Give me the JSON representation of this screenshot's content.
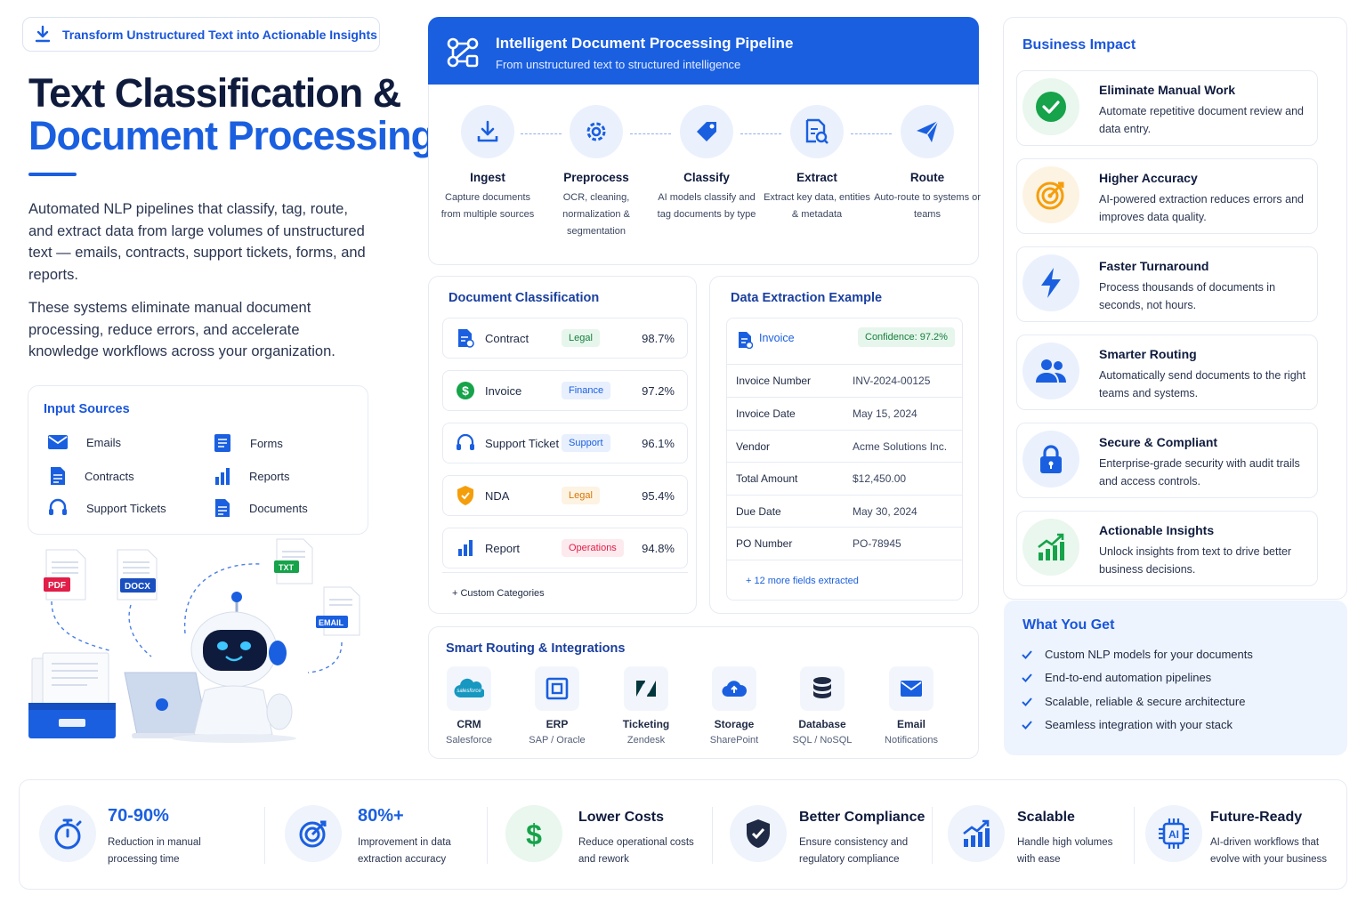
{
  "badge": {
    "label": "Transform Unstructured Text into Actionable Insights"
  },
  "hero": {
    "title_line1": "Text Classification &",
    "title_line2": "Document Processing",
    "para1": "Automated NLP pipelines that classify, tag, route, and extract data from large volumes of unstructured text — emails, contracts, support tickets, forms, and reports.",
    "para2": "These systems eliminate manual document processing, reduce errors, and accelerate knowledge workflows across your organization."
  },
  "input_sources": {
    "title": "Input Sources",
    "items": [
      "Emails",
      "Forms",
      "Contracts",
      "Reports",
      "Support Tickets",
      "Documents"
    ]
  },
  "illustration": {
    "files": [
      "PDF",
      "DOCX",
      "TXT",
      "EMAIL"
    ]
  },
  "pipeline": {
    "title": "Intelligent Document Processing Pipeline",
    "subtitle": "From unstructured text to structured intelligence",
    "steps": [
      {
        "title": "Ingest",
        "desc": "Capture documents from multiple sources",
        "icon": "download-icon"
      },
      {
        "title": "Preprocess",
        "desc": "OCR, cleaning, normalization & segmentation",
        "icon": "gear-icon"
      },
      {
        "title": "Classify",
        "desc": "AI models classify and tag documents by type",
        "icon": "tag-icon"
      },
      {
        "title": "Extract",
        "desc": "Extract key data, entities & metadata",
        "icon": "document-search-icon"
      },
      {
        "title": "Route",
        "desc": "Auto-route to systems or teams",
        "icon": "paper-plane-icon"
      }
    ]
  },
  "classification": {
    "title": "Document Classification",
    "rows": [
      {
        "name": "Contract",
        "tag": "Legal",
        "pct": "98.7%"
      },
      {
        "name": "Invoice",
        "tag": "Finance",
        "pct": "97.2%"
      },
      {
        "name": "Support Ticket",
        "tag": "Support",
        "pct": "96.1%"
      },
      {
        "name": "NDA",
        "tag": "Legal",
        "pct": "95.4%"
      },
      {
        "name": "Report",
        "tag": "Operations",
        "pct": "94.8%"
      }
    ],
    "custom": "+ Custom Categories"
  },
  "extraction": {
    "title": "Data Extraction Example",
    "doc_label": "Invoice",
    "confidence": "Confidence: 97.2%",
    "fields": [
      {
        "k": "Invoice Number",
        "v": "INV-2024-00125"
      },
      {
        "k": "Invoice Date",
        "v": "May 15, 2024"
      },
      {
        "k": "Vendor",
        "v": "Acme Solutions Inc."
      },
      {
        "k": "Total Amount",
        "v": "$12,450.00"
      },
      {
        "k": "Due Date",
        "v": "May 30, 2024"
      },
      {
        "k": "PO Number",
        "v": "PO-78945"
      }
    ],
    "more": "+ 12 more fields extracted"
  },
  "routing": {
    "title": "Smart Routing & Integrations",
    "items": [
      {
        "name": "CRM",
        "sub": "Salesforce",
        "logo": "salesforce"
      },
      {
        "name": "ERP",
        "sub": "SAP / Oracle"
      },
      {
        "name": "Ticketing",
        "sub": "Zendesk"
      },
      {
        "name": "Storage",
        "sub": "SharePoint"
      },
      {
        "name": "Database",
        "sub": "SQL / NoSQL"
      },
      {
        "name": "Email",
        "sub": "Notifications"
      }
    ]
  },
  "business_impact": {
    "title": "Business Impact",
    "items": [
      {
        "title": "Eliminate Manual Work",
        "desc": "Automate repetitive document review and data entry."
      },
      {
        "title": "Higher Accuracy",
        "desc": "AI-powered extraction reduces errors and improves data quality."
      },
      {
        "title": "Faster Turnaround",
        "desc": "Process thousands of documents in seconds, not hours."
      },
      {
        "title": "Smarter Routing",
        "desc": "Automatically send documents to the right teams and systems."
      },
      {
        "title": "Secure & Compliant",
        "desc": "Enterprise-grade security with audit trails and access controls."
      },
      {
        "title": "Actionable Insights",
        "desc": "Unlock insights from text to drive better business decisions."
      }
    ]
  },
  "what_you_get": {
    "title": "What You Get",
    "items": [
      "Custom NLP models for your documents",
      "End-to-end automation pipelines",
      "Scalable, reliable & secure architecture",
      "Seamless integration with your stack"
    ]
  },
  "stats": [
    {
      "head": "70-90%",
      "desc": "Reduction in manual processing time"
    },
    {
      "head": "80%+",
      "desc": "Improvement in data extraction accuracy"
    },
    {
      "head": "Lower Costs",
      "desc": "Reduce operational costs and rework"
    },
    {
      "head": "Better Compliance",
      "desc": "Ensure consistency and regulatory compliance"
    },
    {
      "head": "Scalable",
      "desc": "Handle high volumes with ease"
    },
    {
      "head": "Future-Ready",
      "desc": "AI-driven workflows that evolve with your business"
    }
  ],
  "colors": {
    "primary": "#1a5fe0",
    "dark": "#0f1b3d",
    "green": "#16a34a",
    "orange": "#f59e0b",
    "red": "#e11d48"
  }
}
